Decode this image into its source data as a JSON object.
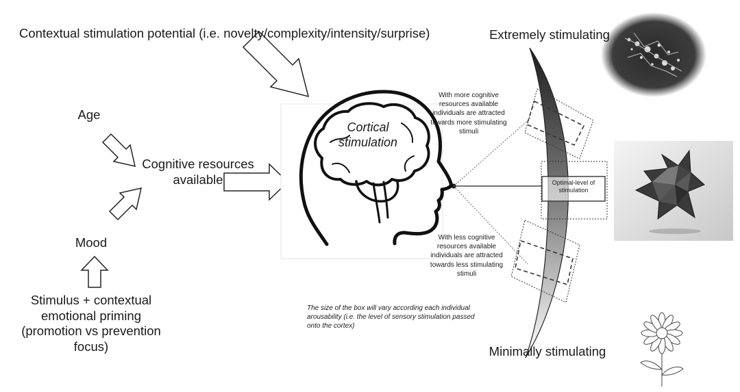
{
  "labels": {
    "contextual": "Contextual stimulation potential (i.e. novelty/complexity/intensity/surprise)",
    "age": "Age",
    "cognitive": "Cognitive resources available",
    "mood": "Mood",
    "stimulus": "Stimulus + contextual emotional priming (promotion vs prevention focus)",
    "cortical": "Cortical stimulation",
    "extremely": "Extremely stimulating",
    "minimally": "Minimally stimulating",
    "optimal": "Optimal-level of stimulation",
    "more_resources": "With more cognitive resources available individuals are attracted towards more stimulating stimuli",
    "less_resources": "With less cognitive resources available individuals are attracted towards less stimulating stimuli",
    "box_note": "The size of the box will vary according each individual arousability (i.e. the level of sensory stimulation passed onto the cortex)"
  },
  "icons": {
    "head": "human-head-brain-icon",
    "fractal": "fractal-image",
    "star": "stellated-polyhedron-image",
    "flower": "daisy-flower-icon"
  },
  "colors": {
    "gradient_dark": "#202020",
    "gradient_light": "#ffffff"
  }
}
